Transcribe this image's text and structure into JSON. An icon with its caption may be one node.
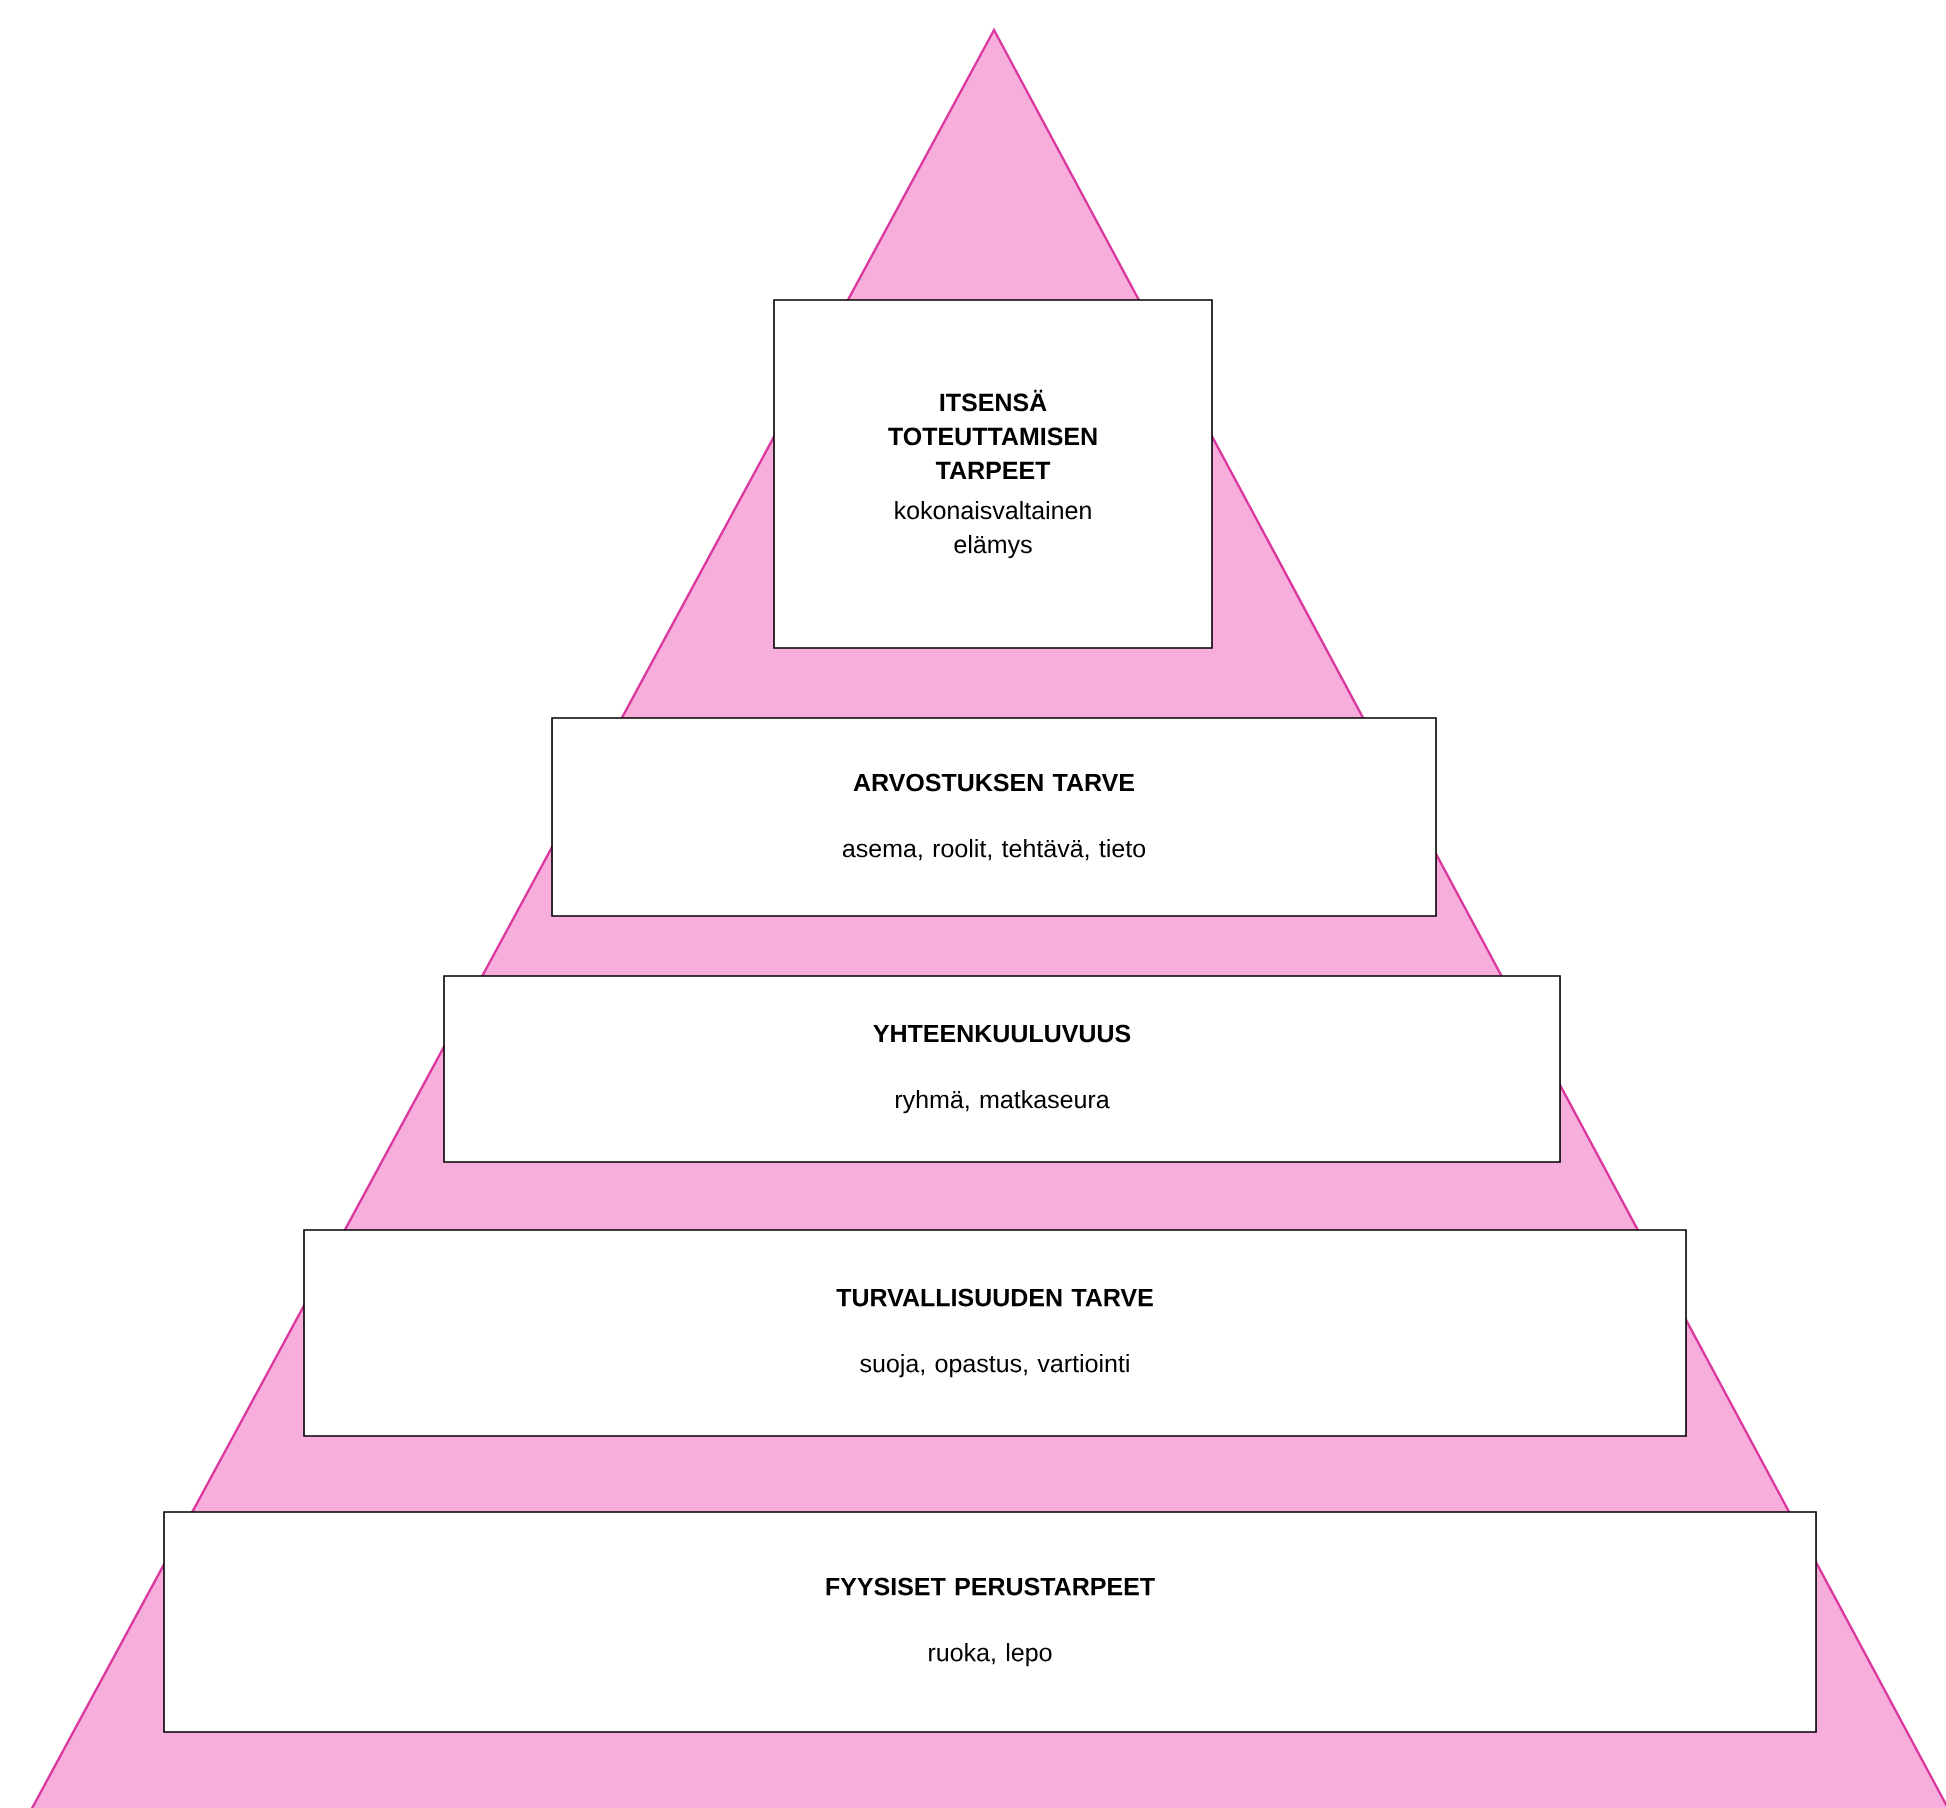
{
  "diagram": {
    "nodes": [
      {
        "text": [
          "ITSENSÄ TOTEUTTAMISEN TARPEET",
          "kokonaisvaltainen elämys"
        ]
      },
      {
        "text": [
          "ARVOSTUKSEN TARVE",
          "asema, roolit, tehtävä, tieto"
        ]
      },
      {
        "text": [
          "YHTEENKUULUVUUS",
          "ryhmä, matkaseura"
        ]
      },
      {
        "text": [
          "TURVALLISUUDEN TARVE",
          "suoja, opastus, vartiointi"
        ]
      },
      {
        "text": [
          "FYYSISET PERUSTARPEET",
          "ruoka, lepo"
        ]
      }
    ]
  }
}
